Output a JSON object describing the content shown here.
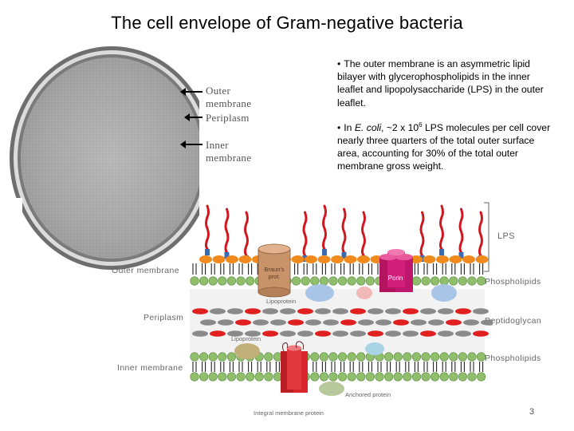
{
  "slide": {
    "title": "The cell envelope of Gram-negative bacteria",
    "page_number": "3"
  },
  "micrograph": {
    "labels": [
      "Outer membrane",
      "Periplasm",
      "Inner membrane"
    ]
  },
  "bullets": [
    {
      "text": "The outer membrane is an asymmetric lipid bilayer with glycerophospholipids in the inner leaflet and lipopolysaccharide (LPS) in the outer leaflet."
    },
    {
      "prefix": "In ",
      "species": "E. coli",
      "mid": ", ~2 x 10",
      "exponent": "6",
      "rest": " LPS molecules per cell cover nearly three quarters of the total outer surface area, accounting for 30% of the total outer membrane gross weight."
    }
  ],
  "diagram": {
    "left_labels": [
      "Outer membrane",
      "Periplasm",
      "Inner membrane"
    ],
    "right_labels": [
      "LPS",
      "Phospholipids",
      "Peptidoglycan",
      "Phospholipids"
    ],
    "inline_labels": {
      "porin_left": "Braun's",
      "porin_left_2": "prot.",
      "porin_right": "Porin",
      "lipoprotein": "Lipoprotein",
      "periplasm_protein": "Lipoprotein",
      "inner_protein": "Integral membrane protein",
      "anchored": "Anchored protein"
    },
    "colors": {
      "lps_chain": "#d0161f",
      "lps_core": "#3a6bb5",
      "lps_head": "#f08a1c",
      "phospholipid_head": "#8fbf6a",
      "phospholipid_tail": "#c8c8c8",
      "peptidoglycan": "#8a8a8a",
      "peptidoglycan_red": "#e0201e",
      "porin": "#c0176e",
      "braun": "#c9936a",
      "integral": "#d8262c"
    }
  }
}
